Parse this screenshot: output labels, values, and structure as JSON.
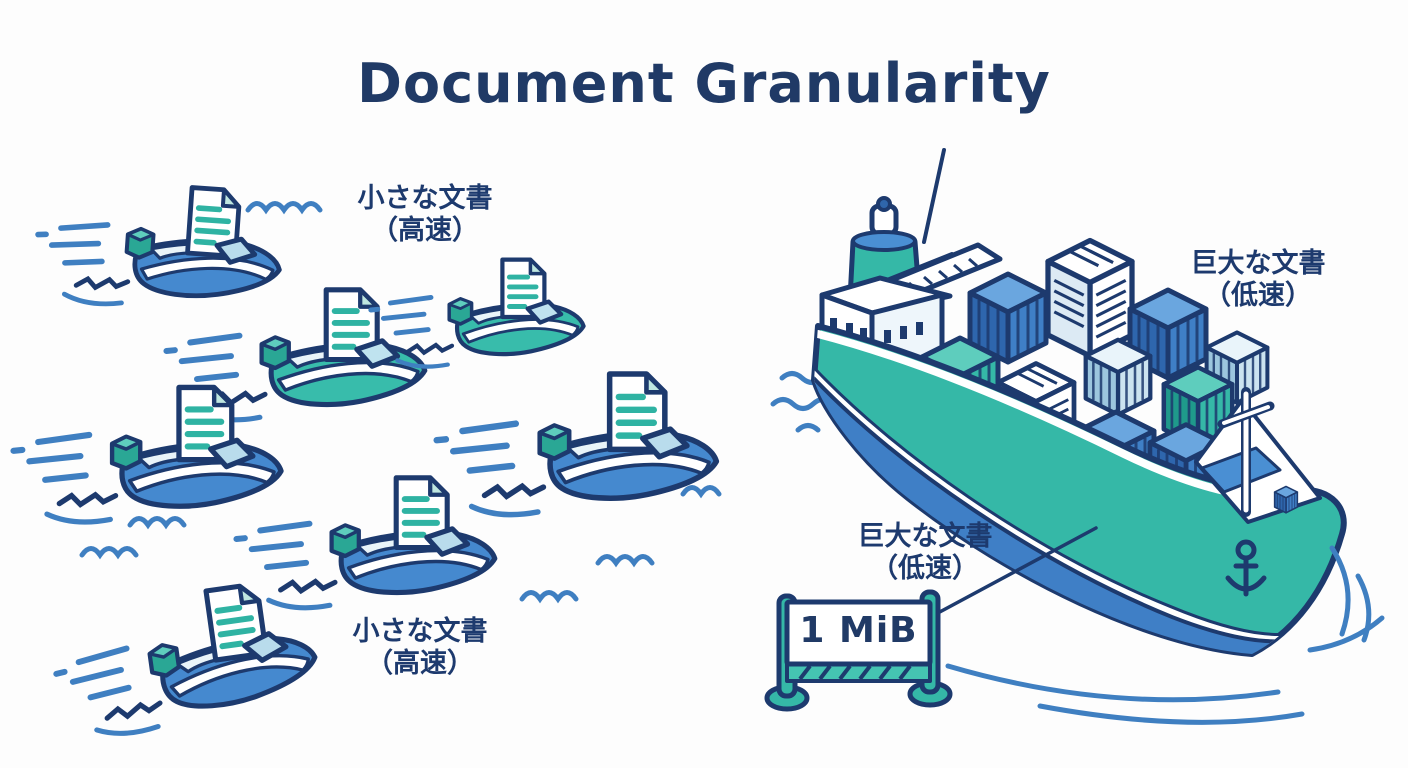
{
  "title": "Document Granularity",
  "annotations": {
    "small_docs_top": {
      "line1": "小さな文書",
      "line2": "（高速）"
    },
    "small_docs_bottom": {
      "line1": "小さな文書",
      "line2": "（高速）"
    },
    "huge_doc_upper": {
      "line1": "巨大な文書",
      "line2": "（低速）"
    },
    "huge_doc_lower": {
      "line1": "巨大な文書",
      "line2": "（低速）"
    }
  },
  "size_sign": {
    "label": "1 MiB"
  },
  "figures": {
    "left": "speedboat-with-document-x7",
    "right": "cargo-ship-with-container-stacks",
    "marker": "one-mib-barrier-sign"
  },
  "colors": {
    "navy": "#1d3a6e",
    "title_navy": "#203a66",
    "teal": "#35b8a7",
    "blue": "#4589cf",
    "light_blue": "#b9dcec",
    "wave_blue": "#3f7fc1",
    "doc_line_teal": "#2fb3a3",
    "background": "#fdfdfd"
  }
}
